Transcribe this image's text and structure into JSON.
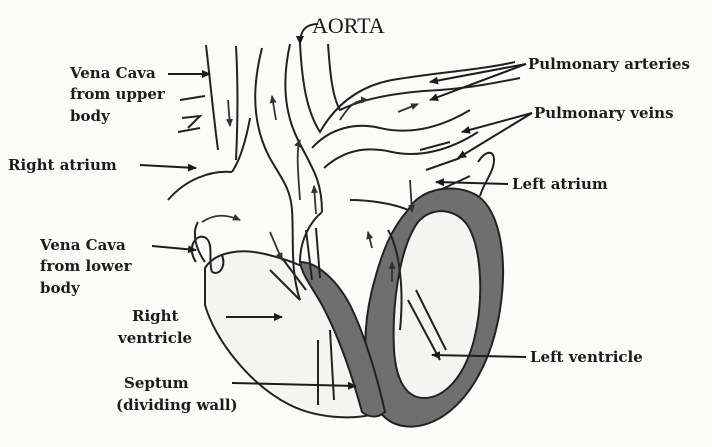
{
  "title": "AORTA",
  "labels": {
    "vena_cava_upper": [
      "Vena Cava",
      "from upper",
      "body"
    ],
    "right_atrium": "Right atrium",
    "vena_cava_lower": [
      "Vena Cava",
      "from lower",
      "body"
    ],
    "right_ventricle": [
      "Right",
      "ventricle"
    ],
    "septum": [
      "Septum",
      "(dividing wall)"
    ],
    "pulmonary_arteries": "Pulmonary arteries",
    "pulmonary_veins": "Pulmonary veins",
    "left_atrium": "Left atrium",
    "left_ventricle": "Left ventricle"
  },
  "colors": {
    "muscle_wall": "#6f6f6f",
    "chamber": "#f4f4f2",
    "ink": "#1c1c1c"
  }
}
